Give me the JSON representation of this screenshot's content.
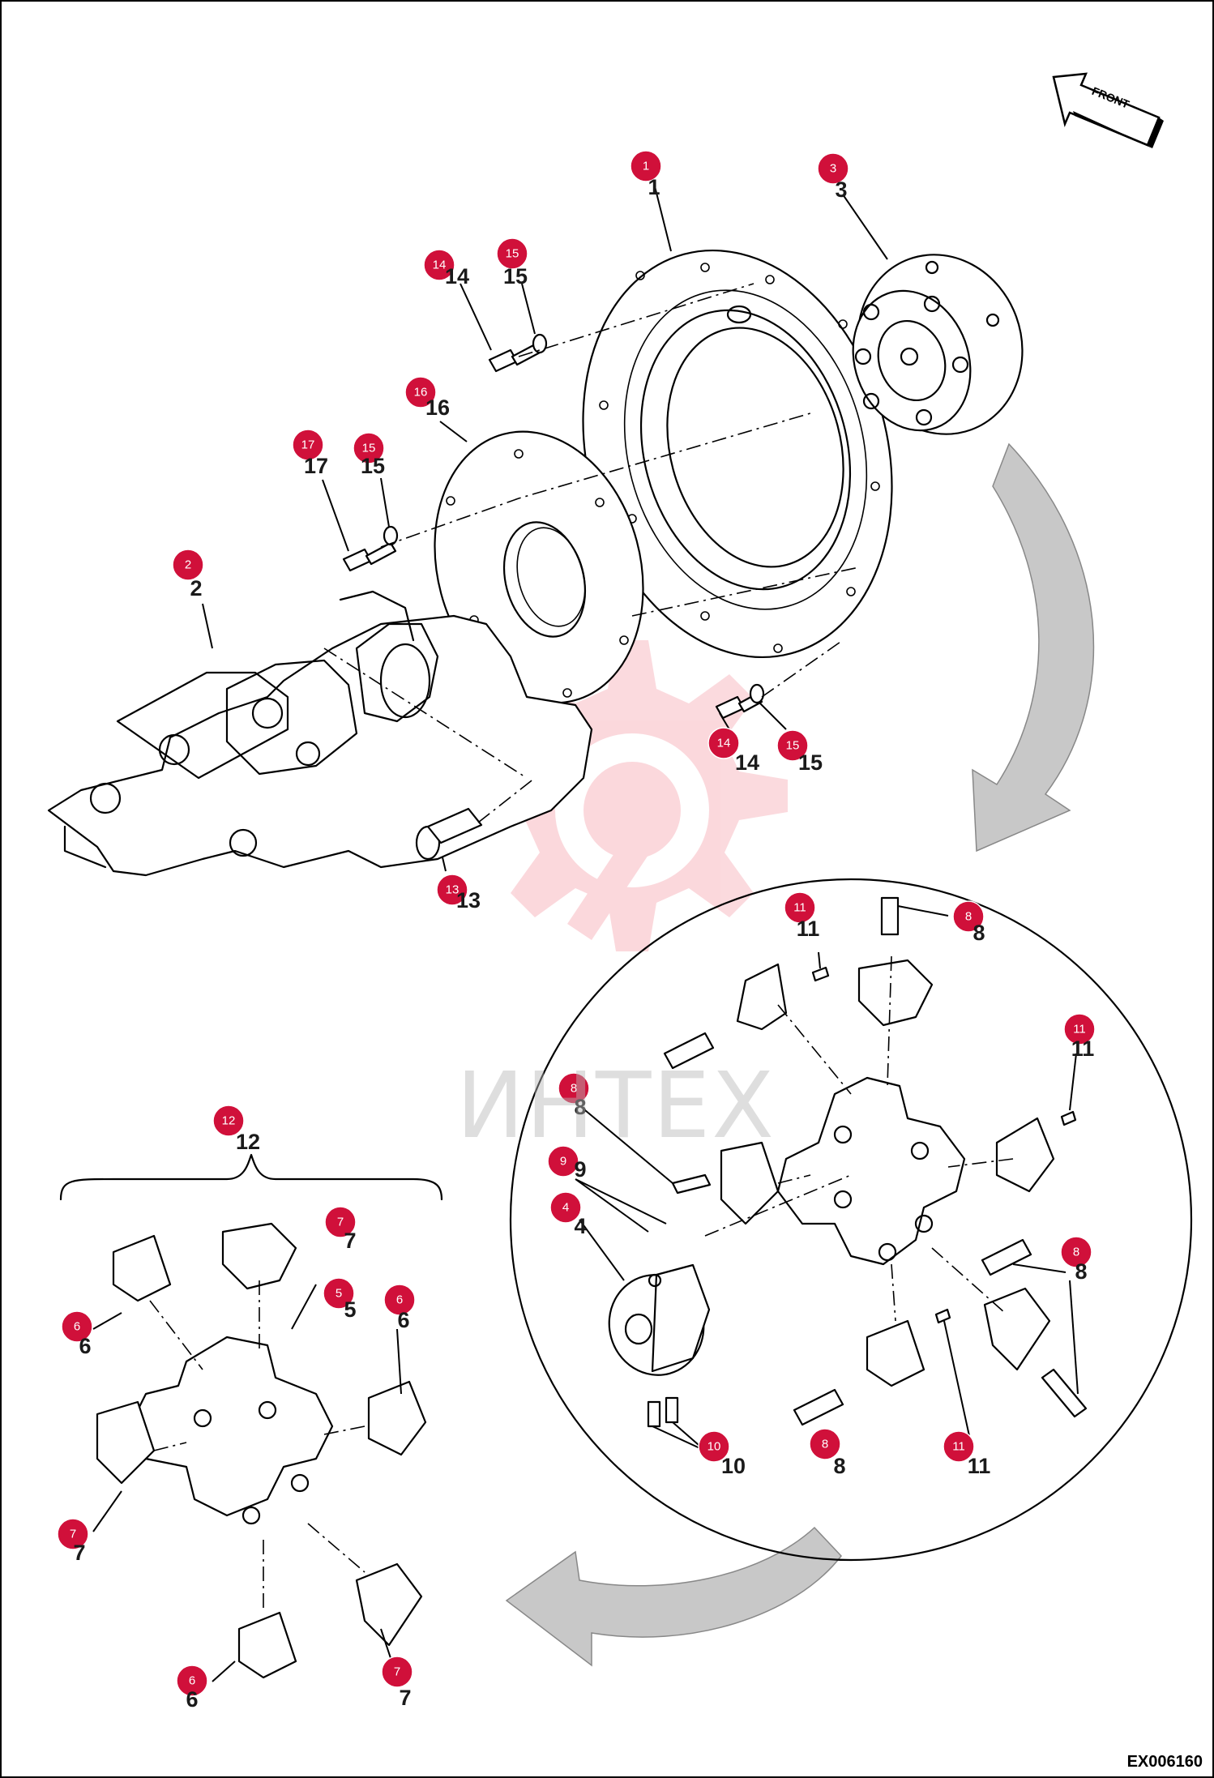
{
  "drawing_code": "EX006160",
  "watermark": {
    "text": "ИНТЕХ",
    "color": "#e8162f"
  },
  "front_arrow_label": "FRONT",
  "callout_color": "#d0103a",
  "callouts": [
    {
      "id": "c1",
      "label": "1",
      "number": "1"
    },
    {
      "id": "c2",
      "label": "2",
      "number": "2"
    },
    {
      "id": "c3",
      "label": "3",
      "number": "3"
    },
    {
      "id": "c4",
      "label": "4",
      "number": "4"
    },
    {
      "id": "c5",
      "label": "5",
      "number": "5"
    },
    {
      "id": "c6a",
      "label": "6",
      "number": "6"
    },
    {
      "id": "c6b",
      "label": "6",
      "number": "6"
    },
    {
      "id": "c6c",
      "label": "6",
      "number": "6"
    },
    {
      "id": "c7a",
      "label": "7",
      "number": "7"
    },
    {
      "id": "c7b",
      "label": "7",
      "number": "7"
    },
    {
      "id": "c7c",
      "label": "7",
      "number": "7"
    },
    {
      "id": "c8a",
      "label": "8",
      "number": "8"
    },
    {
      "id": "c8b",
      "label": "8",
      "number": "8"
    },
    {
      "id": "c8c",
      "label": "8",
      "number": "8"
    },
    {
      "id": "c8d",
      "label": "8",
      "number": "8"
    },
    {
      "id": "c9",
      "label": "9",
      "number": "9"
    },
    {
      "id": "c10",
      "label": "10",
      "number": "10"
    },
    {
      "id": "c11a",
      "label": "11",
      "number": "11"
    },
    {
      "id": "c11b",
      "label": "11",
      "number": "11"
    },
    {
      "id": "c11c",
      "label": "11",
      "number": "11"
    },
    {
      "id": "c12",
      "label": "12",
      "number": "12"
    },
    {
      "id": "c13",
      "label": "13",
      "number": "13"
    },
    {
      "id": "c14a",
      "label": "14",
      "number": "14"
    },
    {
      "id": "c14b",
      "label": "14",
      "number": "14"
    },
    {
      "id": "c15a",
      "label": "15",
      "number": "15"
    },
    {
      "id": "c15b",
      "label": "15",
      "number": "15"
    },
    {
      "id": "c15c",
      "label": "15",
      "number": "15"
    },
    {
      "id": "c16",
      "label": "16",
      "number": "16"
    },
    {
      "id": "c17",
      "label": "17",
      "number": "17"
    }
  ]
}
